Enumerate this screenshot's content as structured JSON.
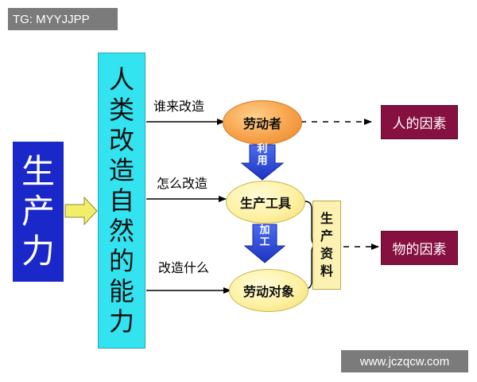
{
  "watermarks": {
    "top_left": "TG: MYYJJPP",
    "bottom_right": "www.jczqcw.com"
  },
  "productivity": {
    "chars": [
      "生",
      "产",
      "力"
    ]
  },
  "ability": {
    "chars": [
      "人",
      "类",
      "改",
      "造",
      "自",
      "然",
      "的",
      "能",
      "力"
    ]
  },
  "questions": {
    "who": "谁来改造",
    "how": "怎么改造",
    "what": "改造什么"
  },
  "ovals": {
    "laborer": "劳动者",
    "tools": "生产工具",
    "object": "劳动对象"
  },
  "connectors": {
    "use": [
      "利",
      "用"
    ],
    "process": [
      "加",
      "工"
    ]
  },
  "means": {
    "chars": [
      "生",
      "产",
      "资",
      "料"
    ]
  },
  "factors": {
    "human": "人的因素",
    "material": "物的因素"
  },
  "colors": {
    "productivity_box": "#1a27c9",
    "ability_box": "#33e3f0",
    "laborer_oval": "#f6a24a",
    "yellow_oval": "#fdf1a3",
    "factor_box": "#86103f",
    "block_arrow": "#2f4fd8",
    "input_arrow": "#f3ee6a"
  }
}
